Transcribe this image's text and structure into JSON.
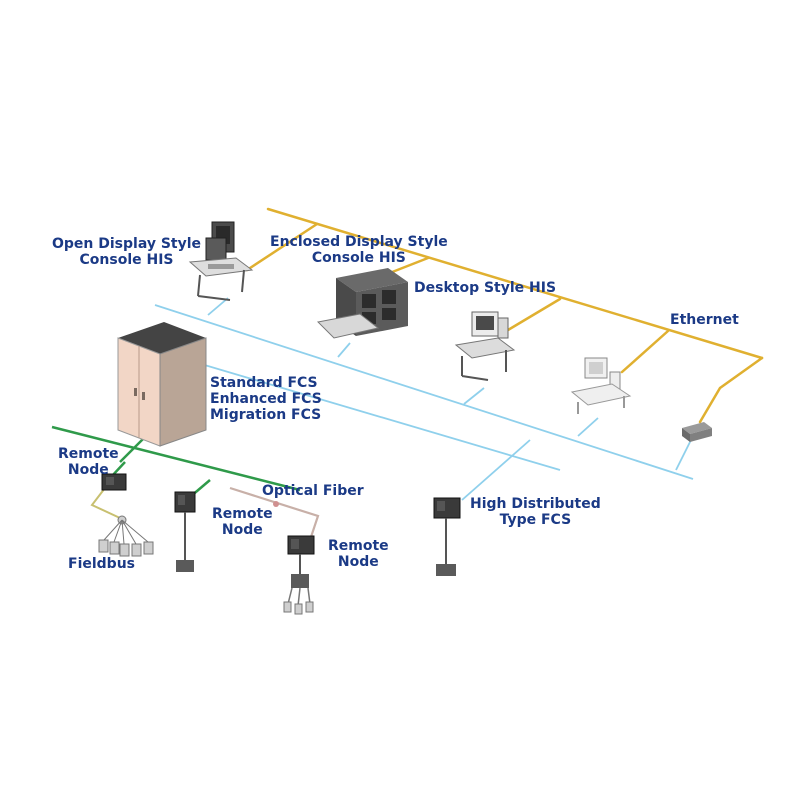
{
  "labels": {
    "open_display": [
      "Open Display Style",
      "Console HIS"
    ],
    "enclosed_display": [
      "Enclosed Display Style",
      "Console HIS"
    ],
    "desktop": "Desktop Style HIS",
    "ethernet": "Ethernet",
    "fcs": [
      "Standard FCS",
      "Enhanced FCS",
      "Migration FCS"
    ],
    "remote_node_1": [
      "Remote",
      "Node"
    ],
    "remote_node_2": [
      "Remote",
      "Node"
    ],
    "remote_node_3": [
      "Remote",
      "Node"
    ],
    "optical_fiber": "Optical Fiber",
    "fieldbus": "Fieldbus",
    "high_distributed": [
      "High Distributed",
      "Type FCS"
    ]
  },
  "colors": {
    "label_text": "#1b3a86",
    "ethernet_line": "#e0b030",
    "control_bus_line": "#8fd0ec",
    "remote_bus_line": "#2f9a4a",
    "optical_fiber_line": "#c8b0a8",
    "fieldbus_line": "#c8c070"
  }
}
